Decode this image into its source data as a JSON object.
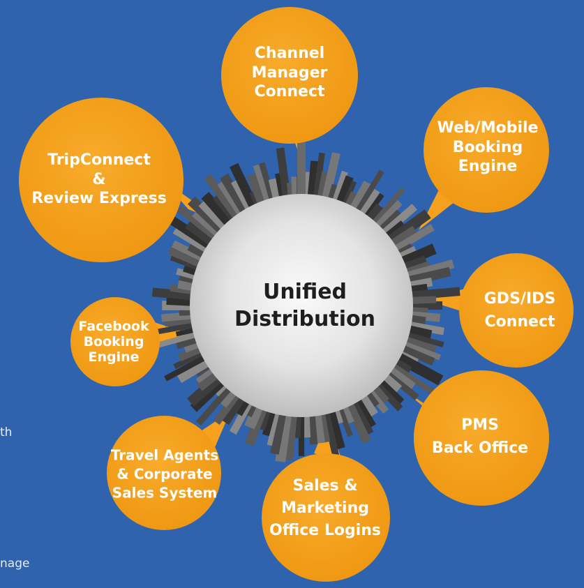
{
  "colors": {
    "background": "#2f63ad",
    "bubble": "#f5a11e",
    "center": "#e6e6e6",
    "skyline": "#4a4a4a"
  },
  "center": {
    "lines": [
      "Unified",
      "Distribution"
    ]
  },
  "bubbles": {
    "channel": {
      "lines": [
        "Channel",
        "Manager",
        "Connect"
      ]
    },
    "web": {
      "lines": [
        "Web/Mobile",
        "Booking",
        "Engine"
      ]
    },
    "trip": {
      "lines": [
        "TripConnect",
        "&",
        "Review Express"
      ]
    },
    "gds": {
      "lines": [
        "GDS/IDS",
        "Connect"
      ]
    },
    "facebook": {
      "lines": [
        "Facebook",
        "Booking",
        "Engine"
      ]
    },
    "pms": {
      "lines": [
        "PMS",
        "Back Office"
      ]
    },
    "travel": {
      "lines": [
        "Travel Agents",
        "& Corporate",
        "Sales System"
      ]
    },
    "sales": {
      "lines": [
        "Sales &",
        "Marketing",
        "Office Logins"
      ]
    }
  },
  "edge_fragments": {
    "left_1": "th",
    "left_2": "nage"
  }
}
